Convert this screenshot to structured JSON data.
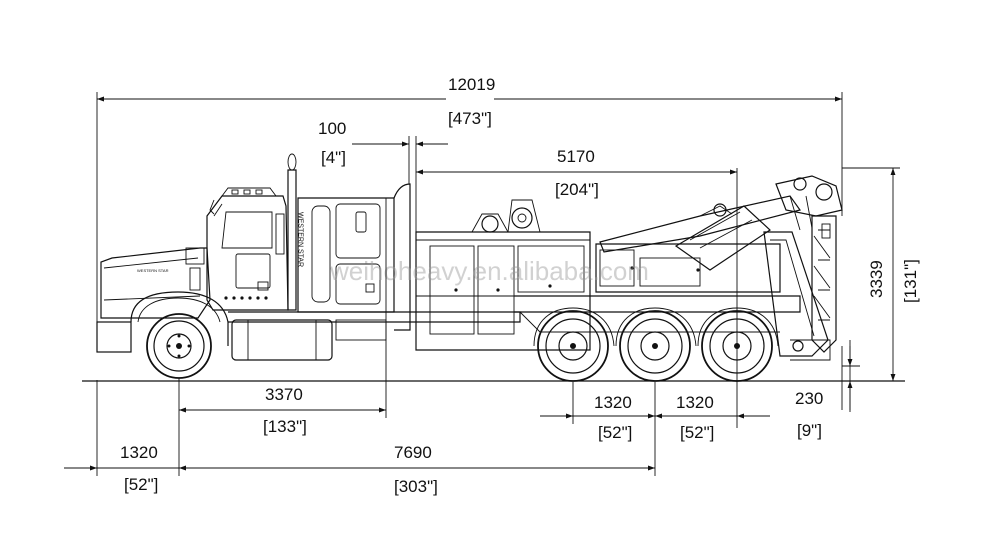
{
  "dimensions": {
    "overall_length": {
      "mm": "12019",
      "in": "[473\"]"
    },
    "gap": {
      "mm": "100",
      "in": "[4\"]"
    },
    "body_length": {
      "mm": "5170",
      "in": "[204\"]"
    },
    "height": {
      "mm": "3339",
      "in": "[131\"]"
    },
    "cab_to_axle": {
      "mm": "3370",
      "in": "[133\"]"
    },
    "axle_spacing_1": {
      "mm": "1320",
      "in": "[52\"]"
    },
    "axle_spacing_2": {
      "mm": "1320",
      "in": "[52\"]"
    },
    "ground_clearance": {
      "mm": "230",
      "in": "[9\"]"
    },
    "front_overhang": {
      "mm": "1320",
      "in": "[52\"]"
    },
    "wheelbase": {
      "mm": "7690",
      "in": "[303\"]"
    }
  },
  "labels": {
    "watermark": "weihoheavy.en.alibaba.com",
    "sleeper_text": "WESTERN STAR",
    "hood_badge": "WESTERN STAR"
  },
  "colors": {
    "line": "#111111",
    "background": "#ffffff"
  }
}
